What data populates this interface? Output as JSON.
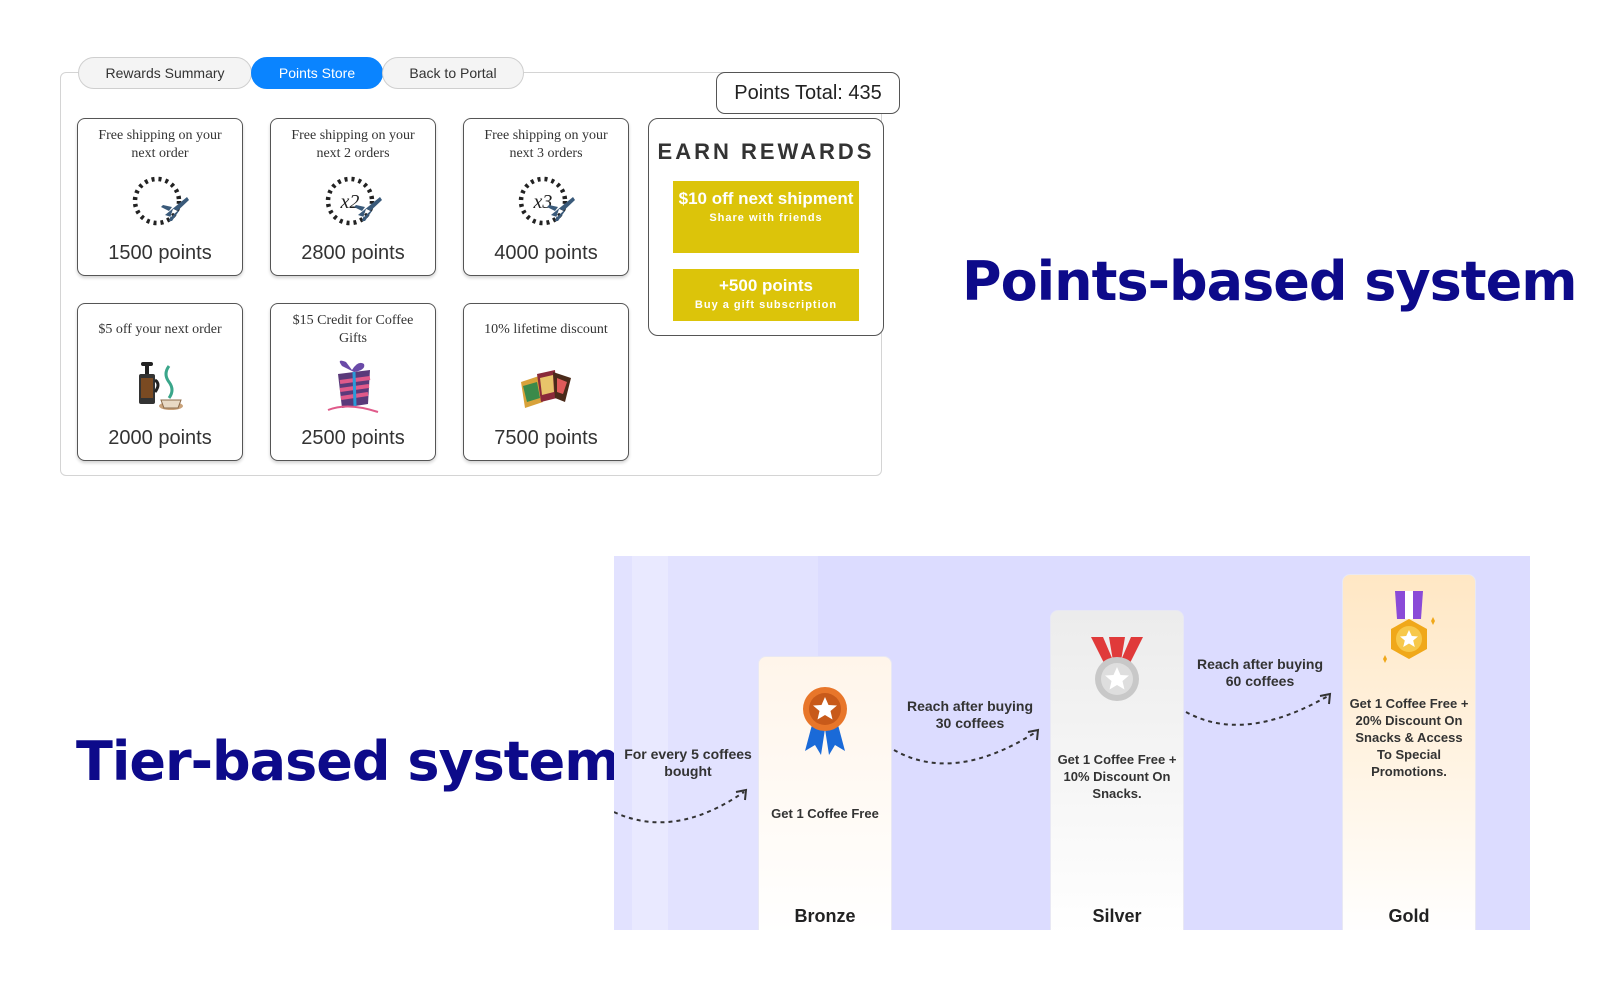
{
  "tabs": [
    {
      "label": "Rewards Summary"
    },
    {
      "label": "Points Store"
    },
    {
      "label": "Back to Portal"
    }
  ],
  "active_tab": "Points Store",
  "points_total": "Points Total: 435",
  "rewards": [
    {
      "title": "Free shipping on your next order",
      "points": "1500 points",
      "icon": "shipping-plane-icon",
      "multiplier": ""
    },
    {
      "title": "Free shipping on your next 2 orders",
      "points": "2800 points",
      "icon": "shipping-plane-icon",
      "multiplier": "x2"
    },
    {
      "title": "Free shipping on your next 3 orders",
      "points": "4000 points",
      "icon": "shipping-plane-icon",
      "multiplier": "x3"
    },
    {
      "title": "$5 off your next order",
      "points": "2000 points",
      "icon": "coffee-press-icon"
    },
    {
      "title": "$15 Credit for Coffee Gifts",
      "points": "2500 points",
      "icon": "gift-icon"
    },
    {
      "title": "10% lifetime discount",
      "points": "7500 points",
      "icon": "coffee-bags-icon"
    }
  ],
  "earn": {
    "heading": "EARN REWARDS",
    "btn1_main": "$10 off next shipment",
    "btn1_sub": "Share with friends",
    "btn2_main": "+500 points",
    "btn2_sub": "Buy a gift subscription"
  },
  "labels": {
    "points_system": "Points-based system",
    "tier_system": "Tier-based system"
  },
  "tier": {
    "note_start": "For every 5 coffees bought",
    "note_silver": "Reach after buying 30 coffees",
    "note_gold": "Reach after buying 60 coffees",
    "bronze": {
      "name": "Bronze",
      "desc": "Get 1 Coffee Free"
    },
    "silver": {
      "name": "Silver",
      "desc": "Get 1 Coffee Free + 10% Discount On Snacks."
    },
    "gold": {
      "name": "Gold",
      "desc": "Get 1 Coffee Free + 20% Discount On Snacks & Access To Special Promotions."
    }
  },
  "colors": {
    "active_tab": "#0a84ff",
    "earn_button": "#dcc40a",
    "heading_navy": "#0d0a8a",
    "tier_background": "#dcdcff"
  }
}
